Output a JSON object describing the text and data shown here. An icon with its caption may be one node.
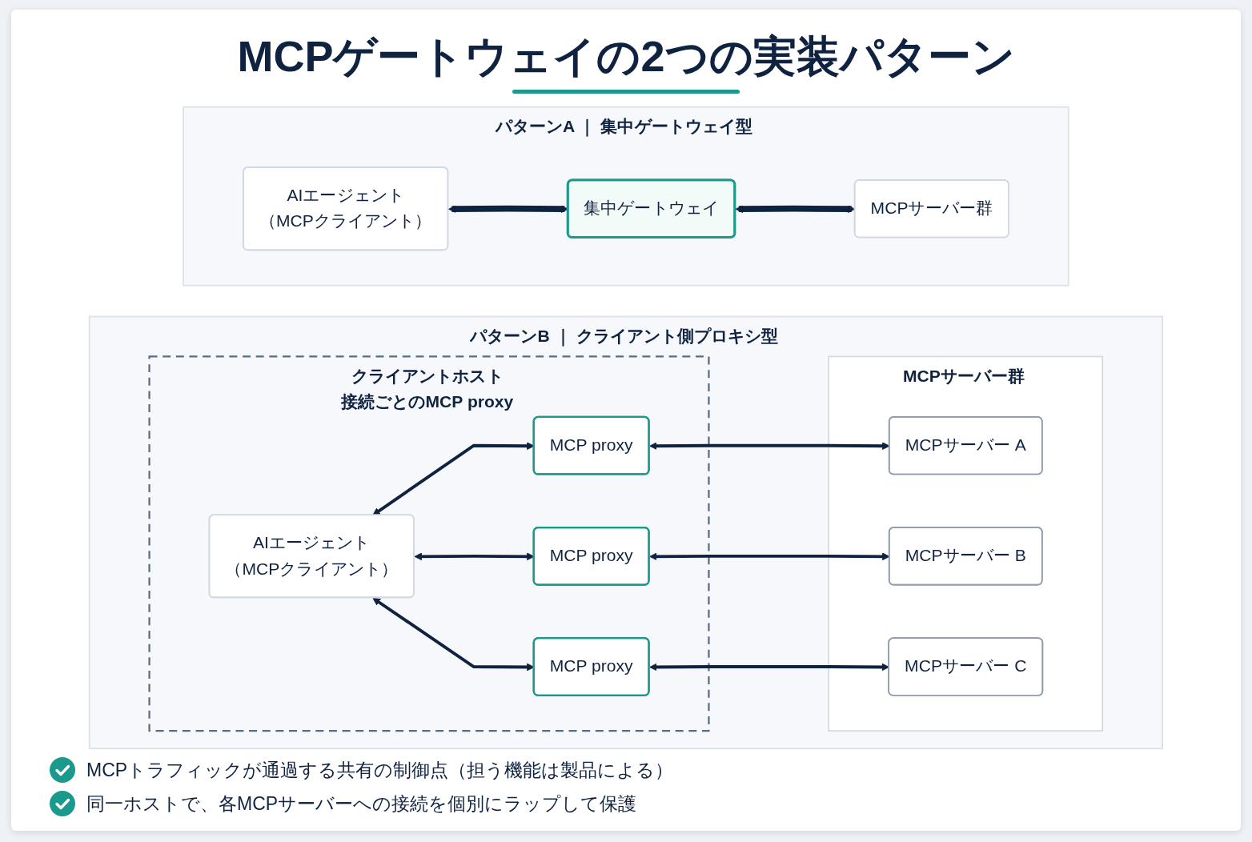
{
  "diagram": {
    "title": "MCPゲートウェイの2つの実装パターン",
    "nodes": [
      {
        "text": [
          "パターンA ｜ 集中ゲートウェイ型"
        ]
      },
      {
        "text": [
          "AIエージェント",
          "（MCPクライアント）"
        ],
        "in": 0
      },
      {
        "text": [
          "集中ゲートウェイ"
        ],
        "in": 0
      },
      {
        "text": [
          "MCPサーバー群"
        ],
        "in": 0
      },
      {
        "text": [
          "パターンB ｜ クライアント側プロキシ型"
        ]
      },
      {
        "text": [
          "クライアントホスト",
          "接続ごとのMCP proxy"
        ],
        "in": 4
      },
      {
        "text": [
          "AIエージェント",
          "（MCPクライアント）"
        ],
        "in": 5
      },
      {
        "text": [
          "MCP proxy"
        ],
        "in": 5
      },
      {
        "text": [
          "MCP proxy"
        ],
        "in": 5
      },
      {
        "text": [
          "MCP proxy"
        ],
        "in": 5
      },
      {
        "text": [
          "MCPサーバー群"
        ],
        "in": 4
      },
      {
        "text": [
          "MCPサーバー A"
        ],
        "in": 10
      },
      {
        "text": [
          "MCPサーバー B"
        ],
        "in": 10
      },
      {
        "text": [
          "MCPサーバー C"
        ],
        "in": 10
      }
    ],
    "edges": [
      {
        "from": 1,
        "to": 2,
        "arrow": "both",
        "style": "thick"
      },
      {
        "from": 2,
        "to": 3,
        "arrow": "both",
        "style": "thick"
      },
      {
        "from": 6,
        "to": 7,
        "arrow": "both"
      },
      {
        "from": 6,
        "to": 8,
        "arrow": "both"
      },
      {
        "from": 6,
        "to": 9,
        "arrow": "both"
      },
      {
        "from": 7,
        "to": 11,
        "arrow": "both"
      },
      {
        "from": 8,
        "to": 12,
        "arrow": "both"
      },
      {
        "from": 9,
        "to": 13,
        "arrow": "both"
      }
    ],
    "labels": [
      "MCPトラフィックが通過する共有の制御点（担う機能は製品による）",
      "同一ホストで、各MCPサーバーへの接続を個別にラップして保護"
    ]
  }
}
